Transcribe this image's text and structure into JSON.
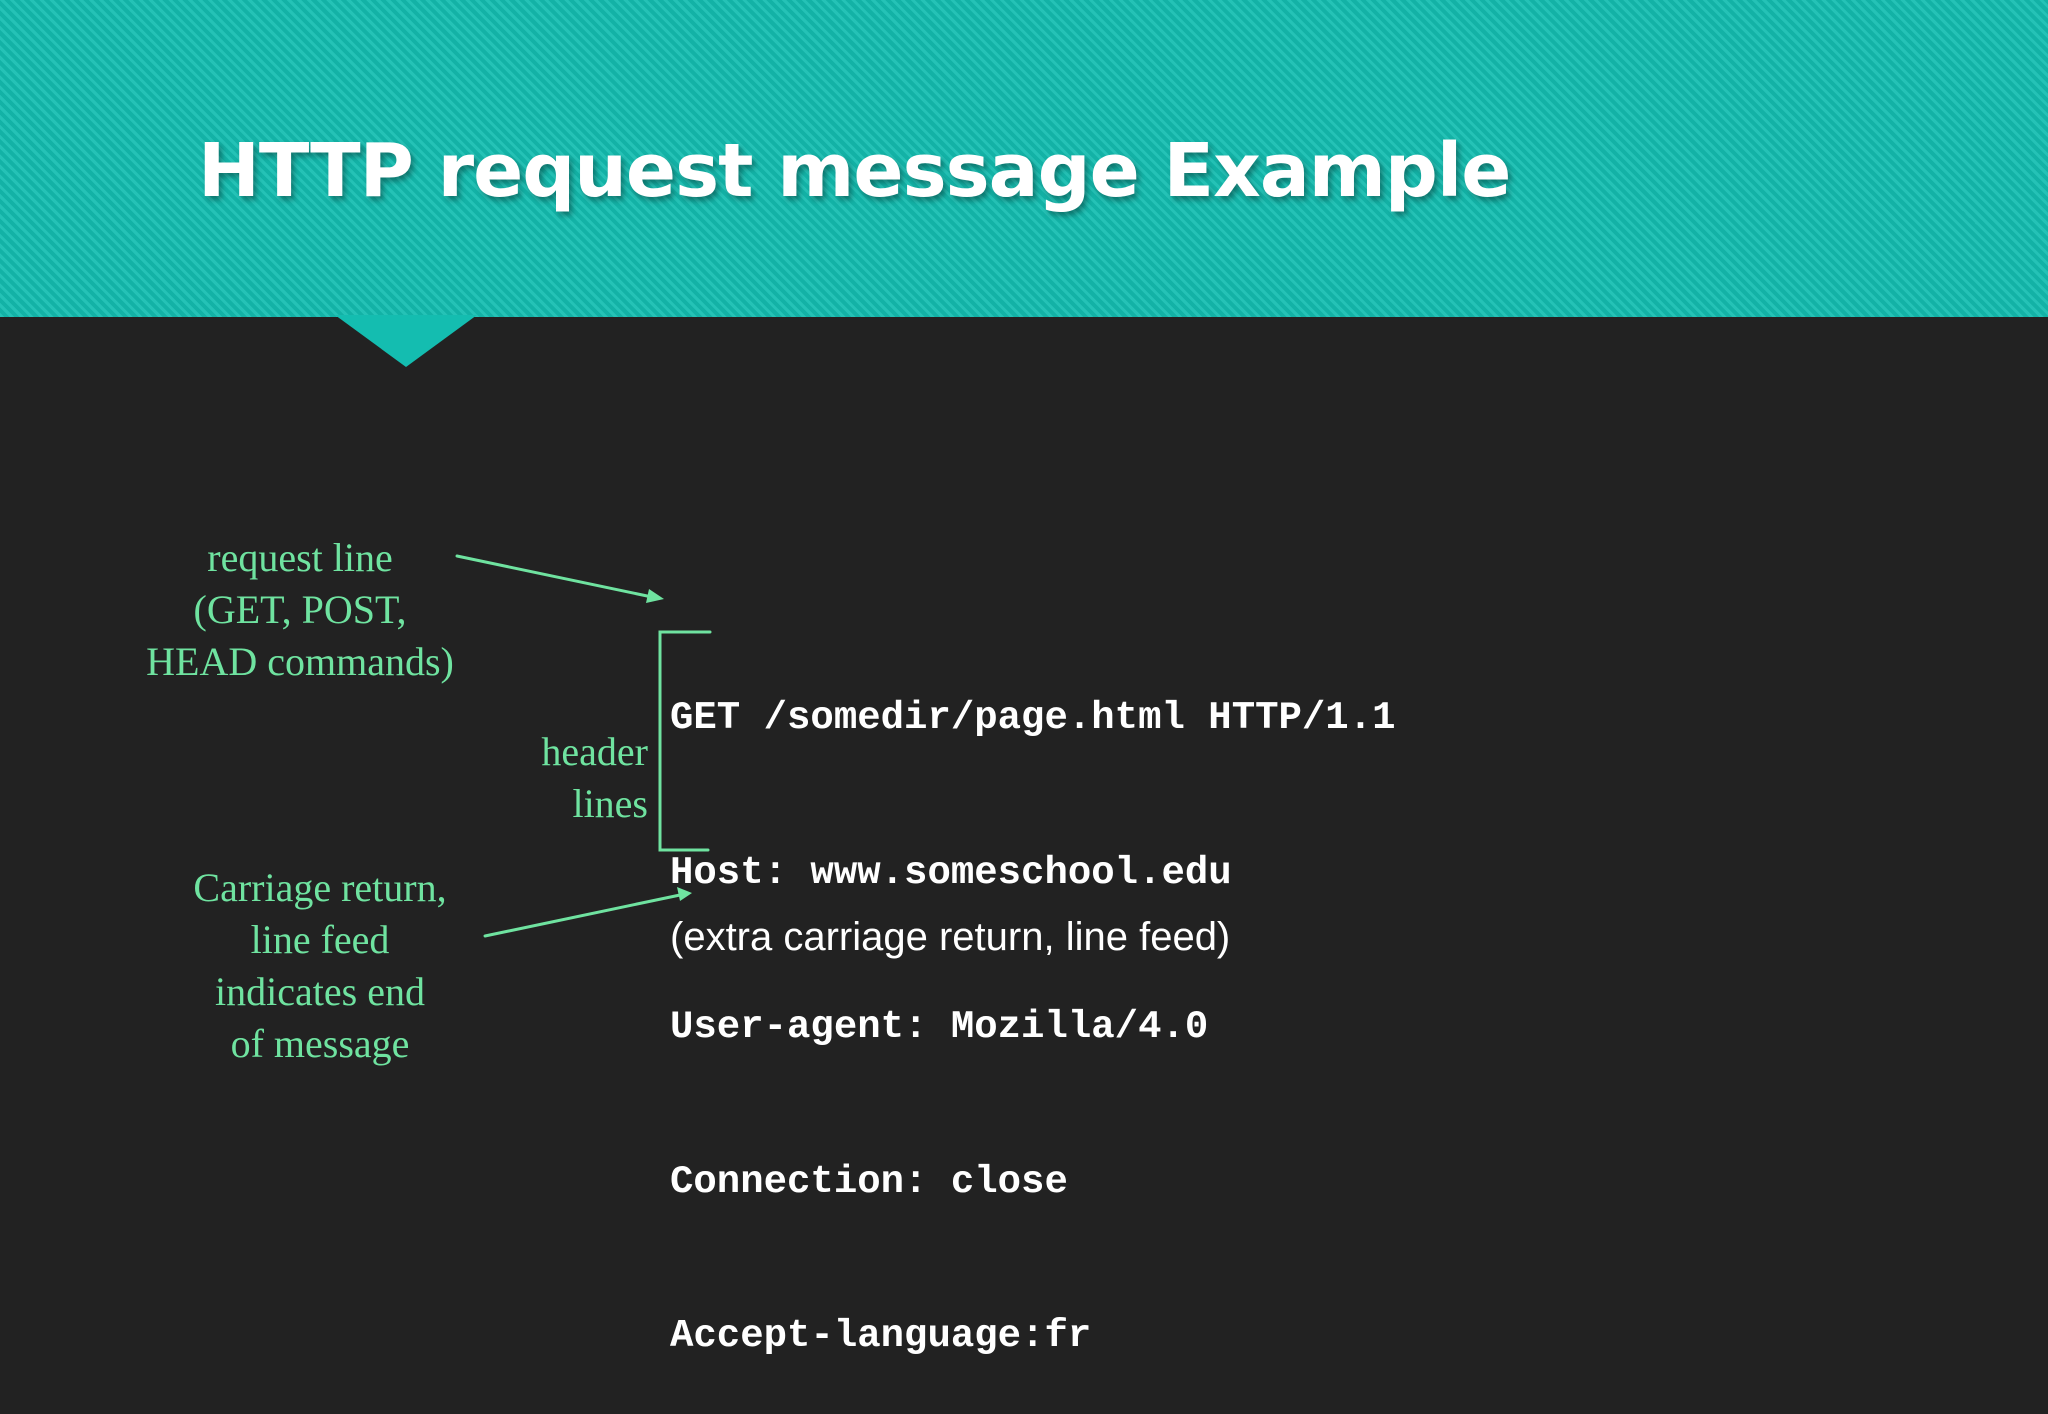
{
  "slide": {
    "title": "HTTP request message Example"
  },
  "labels": {
    "request_line": [
      "request line",
      "(GET, POST,",
      "HEAD commands)"
    ],
    "header_lines": [
      "header",
      "lines"
    ],
    "carriage_return": [
      "Carriage return,",
      "line feed",
      "indicates end",
      "of message"
    ]
  },
  "http_message": {
    "lines": [
      "GET /somedir/page.html HTTP/1.1",
      "Host: www.someschool.edu",
      "User-agent: Mozilla/4.0",
      "Connection: close",
      "Accept-language:fr"
    ],
    "extra_line": "(extra carriage return, line feed)"
  },
  "colors": {
    "accent": "#14bdb0",
    "background": "#222222",
    "label_text": "#6fe3a0",
    "body_text": "#ffffff"
  }
}
